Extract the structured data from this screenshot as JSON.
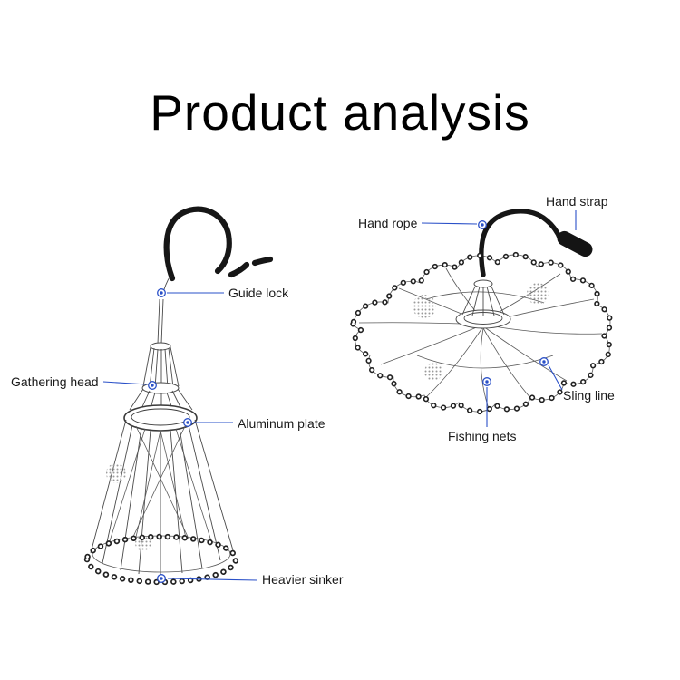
{
  "title": "Product analysis",
  "colors": {
    "accent": "#2a50c8",
    "ink": "#1a1a1a"
  },
  "labels": {
    "guide_lock": "Guide lock",
    "gathering_head": "Gathering head",
    "aluminum_plate": "Aluminum plate",
    "heavier_sinker": "Heavier sinker",
    "hand_rope": "Hand rope",
    "hand_strap": "Hand strap",
    "sling_line": "Sling line",
    "fishing_nets": "Fishing nets"
  }
}
